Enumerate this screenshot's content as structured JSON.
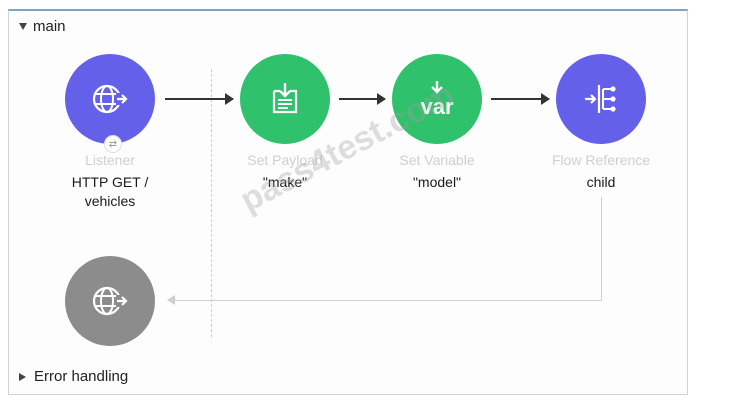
{
  "flow": {
    "name": "main",
    "error_handling_label": "Error handling"
  },
  "nodes": {
    "listener": {
      "type": "Listener",
      "value": "HTTP GET /\nvehicles",
      "color": "#6460ea",
      "icon": "globe-icon"
    },
    "set_payload": {
      "type": "Set Payload",
      "value": "\"make\"",
      "color": "#2fc16c",
      "icon": "set-payload-icon"
    },
    "set_variable": {
      "type": "Set Variable",
      "value": "\"model\"",
      "color": "#2fc16c",
      "icon": "var-icon",
      "icon_text": "var"
    },
    "flow_reference": {
      "type": "Flow Reference",
      "value": "child",
      "color": "#6460ea",
      "icon": "flow-reference-icon"
    },
    "response": {
      "color": "#8c8c8c",
      "icon": "globe-icon"
    }
  },
  "watermark": "pass4test.com"
}
